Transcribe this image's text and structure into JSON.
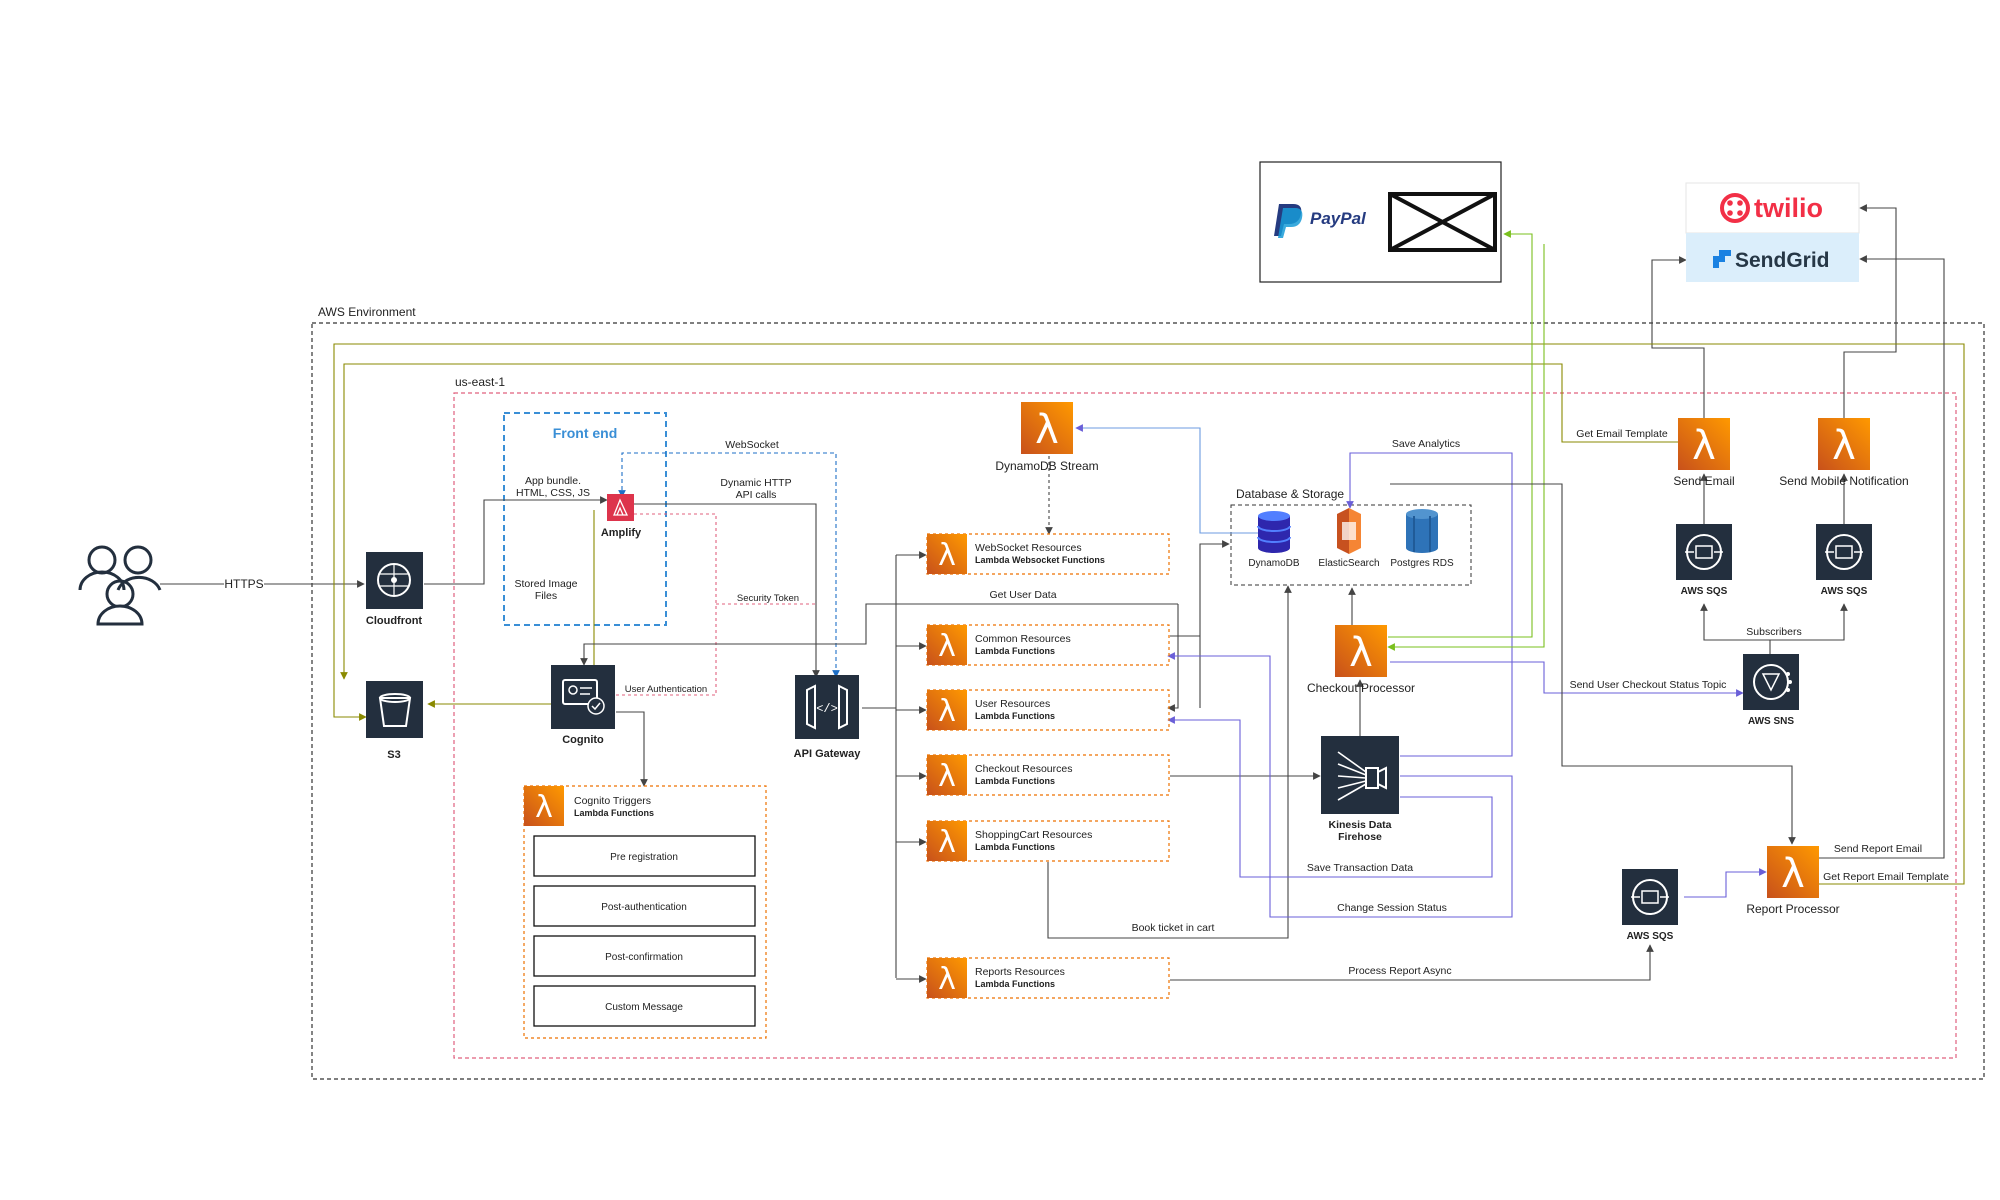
{
  "title": "",
  "groups": {
    "aws_environment": "AWS Environment",
    "region": "us-east-1",
    "front_end": "Front end",
    "database_storage": "Database & Storage"
  },
  "external": {
    "users_connection": "HTTPS",
    "paypal": "PayPal",
    "twilio": "twilio",
    "sendgrid": "SendGrid"
  },
  "nodes": {
    "cloudfront": "Cloudfront",
    "s3": "S3",
    "amplify": "Amplify",
    "cognito": "Cognito",
    "api_gateway": "API Gateway",
    "dynamodb_stream": "DynamoDB Stream",
    "dynamodb": "DynamoDB",
    "elasticsearch": "ElasticSearch",
    "postgres": "Postgres RDS",
    "checkout_processor": "Checkout Processor",
    "kinesis_line1": "Kinesis Data",
    "kinesis_line2": "Firehose",
    "send_email": "Send Email",
    "send_mobile": "Send Mobile Notification",
    "sqs_1": "AWS SQS",
    "sqs_2": "AWS SQS",
    "sqs_3": "AWS SQS",
    "sns": "AWS SNS",
    "report_processor": "Report Processor"
  },
  "lambdas": [
    {
      "title": "WebSocket Resources",
      "subtitle": "Lambda Websocket Functions"
    },
    {
      "title": "Common Resources",
      "subtitle": "Lambda Functions"
    },
    {
      "title": "User Resources",
      "subtitle": "Lambda Functions"
    },
    {
      "title": "Checkout Resources",
      "subtitle": "Lambda Functions"
    },
    {
      "title": "ShoppingCart Resources",
      "subtitle": "Lambda Functions"
    },
    {
      "title": "Reports Resources",
      "subtitle": "Lambda Functions"
    }
  ],
  "cognito_triggers": {
    "title": "Cognito Triggers",
    "subtitle": "Lambda Functions",
    "items": [
      "Pre registration",
      "Post-authentication",
      "Post-confirmation",
      "Custom Message"
    ]
  },
  "edge_labels": {
    "app_bundle_1": "App bundle.",
    "app_bundle_2": "HTML, CSS, JS",
    "stored_images_1": "Stored Image",
    "stored_images_2": "Files",
    "websocket": "WebSocket",
    "dynamic_http_1": "Dynamic HTTP",
    "dynamic_http_2": "API calls",
    "security_token": "Security Token",
    "user_auth": "User Authentication",
    "get_user_data": "Get User Data",
    "save_analytics": "Save Analytics",
    "get_email_template": "Get Email Template",
    "subscribers": "Subscribers",
    "send_checkout_status": "Send User Checkout Status Topic",
    "save_transaction": "Save Transaction Data",
    "change_session": "Change Session Status",
    "book_ticket": "Book ticket in cart",
    "process_report": "Process Report Async",
    "send_report_email": "Send Report Email",
    "get_report_template": "Get Report Email Template"
  },
  "colors": {
    "lambda_orange": "#ED7100",
    "aws_dark": "#232F3E",
    "amplify_red": "#DD344C",
    "front_end_blue": "#3A8FD6",
    "olive": "#8A8A00",
    "green": "#7AC01E",
    "purple": "#7B6FE0",
    "region_red": "#E0607E",
    "paypal_navy": "#253B80",
    "paypal_blue": "#179BD7",
    "twilio_red": "#F22F46",
    "sendgrid_blue": "#1A82E2"
  }
}
